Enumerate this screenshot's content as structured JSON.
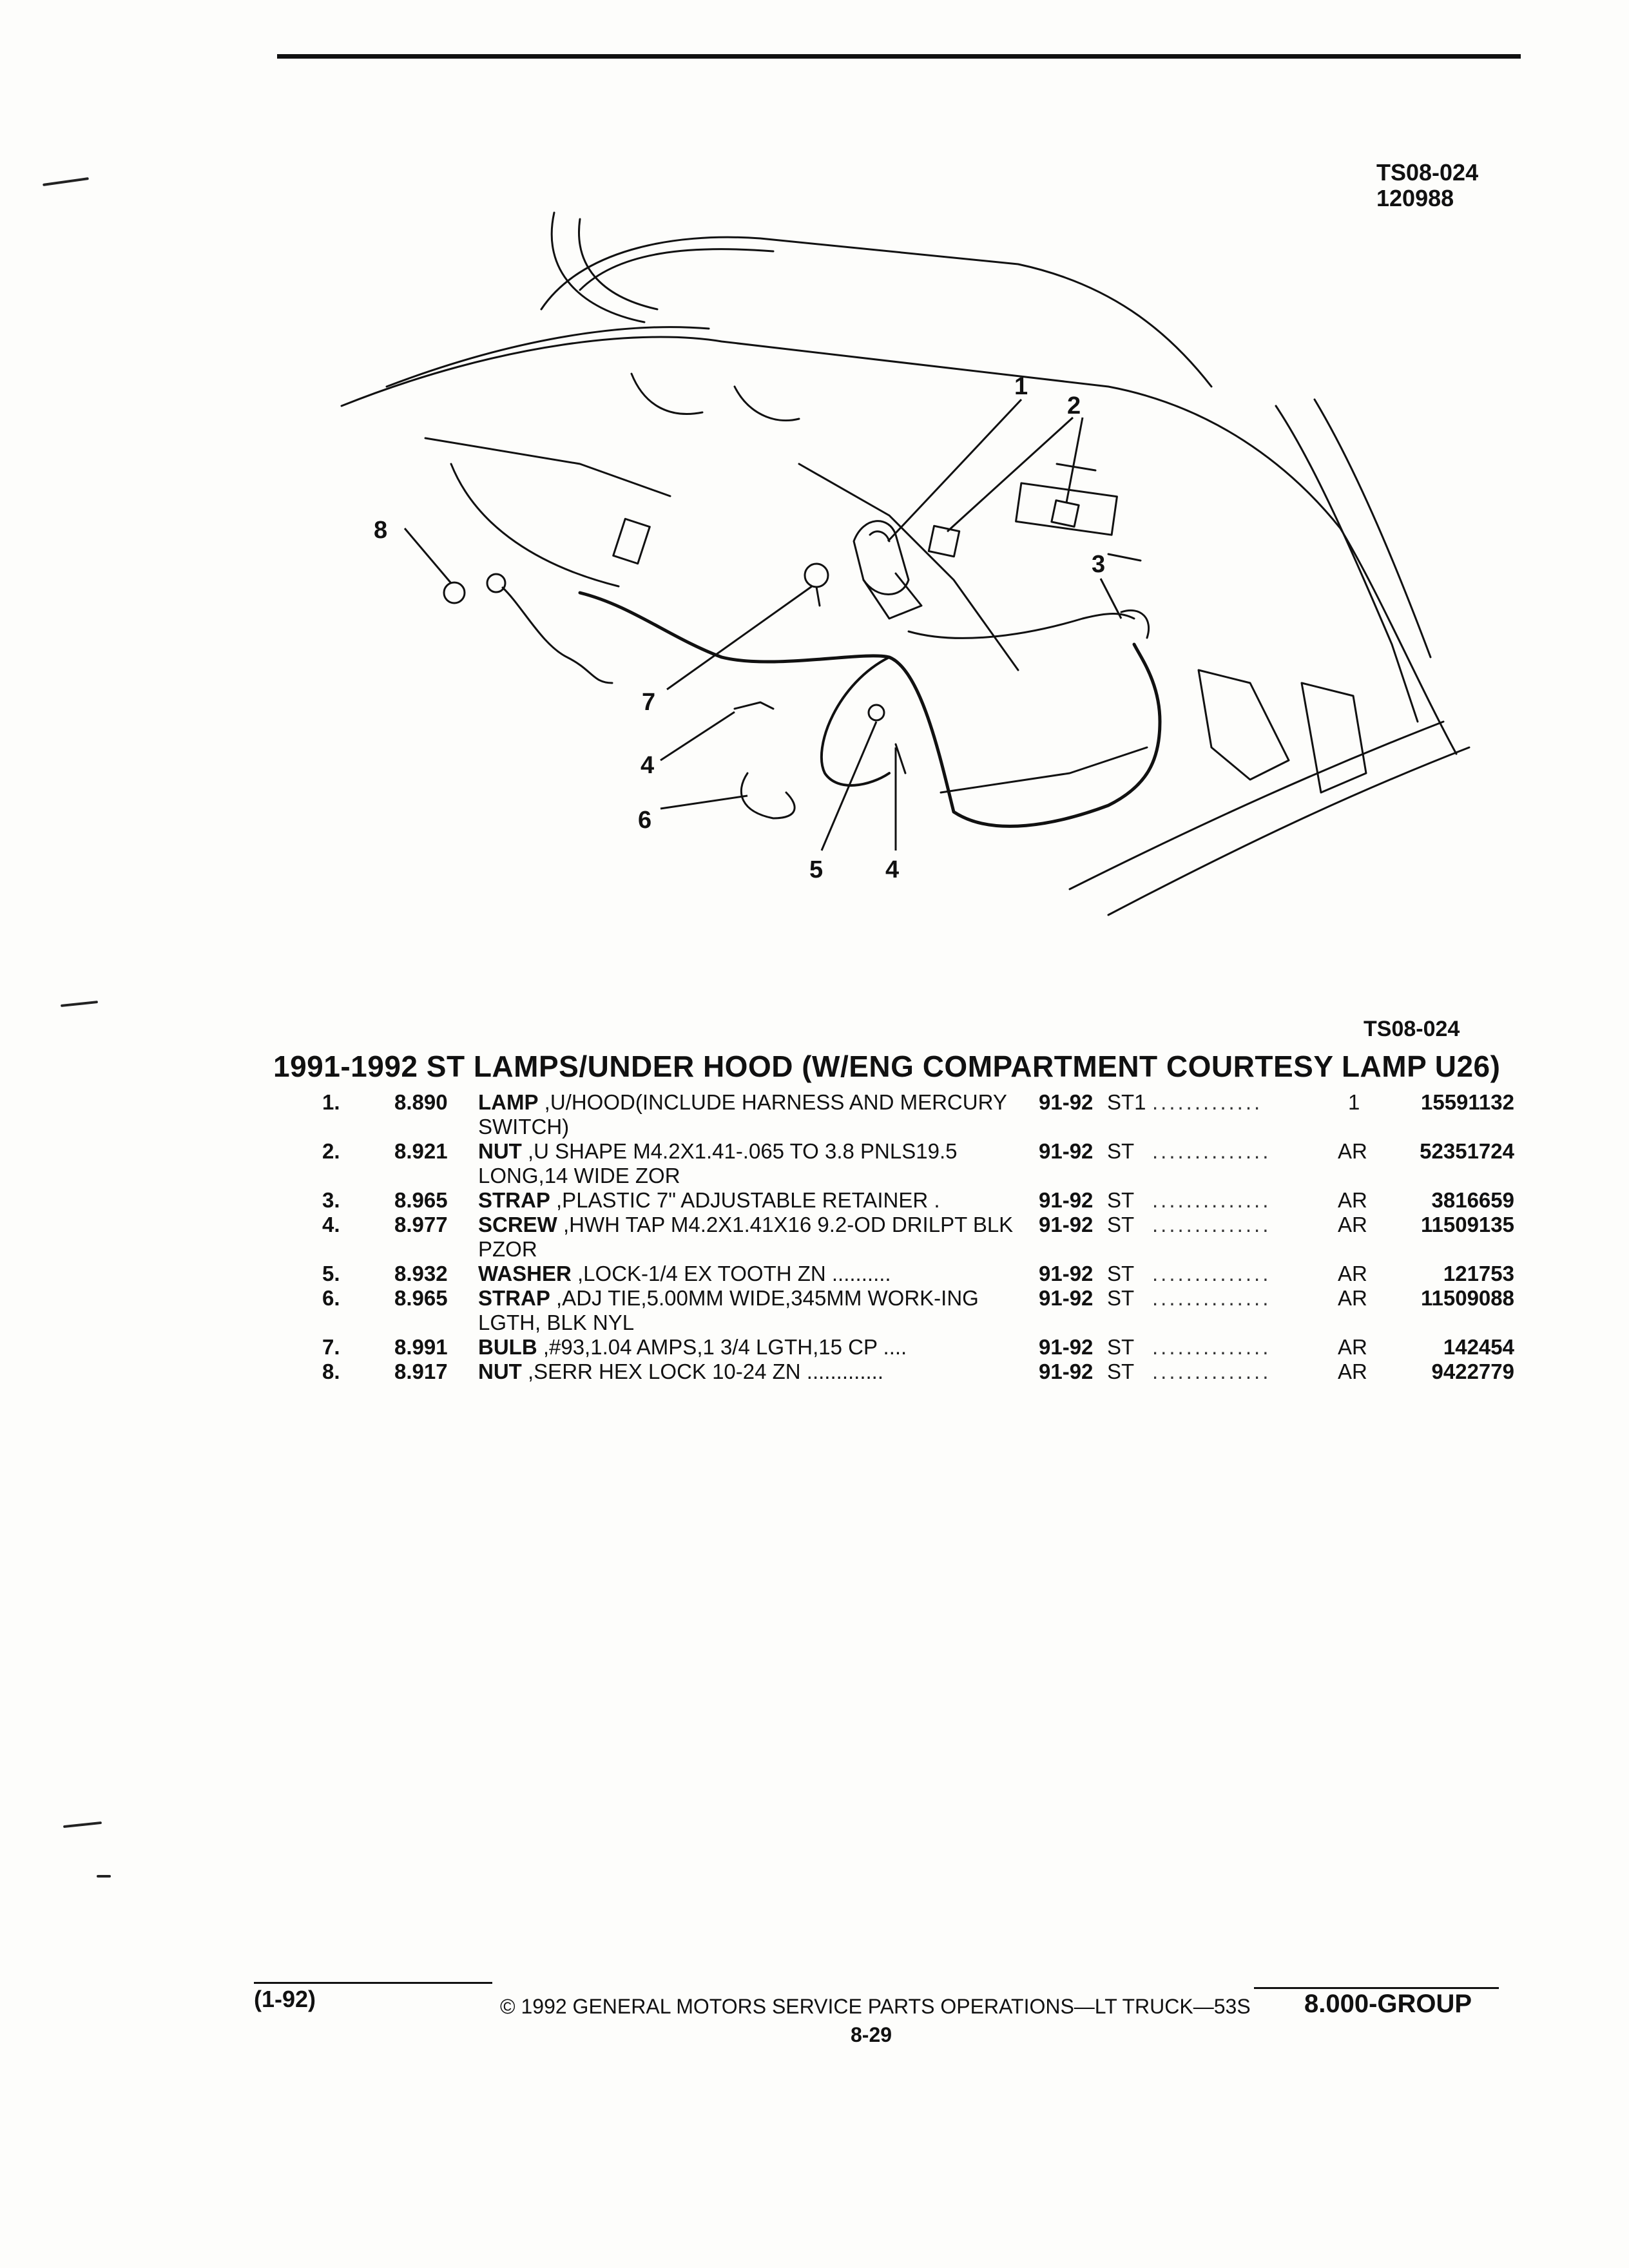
{
  "figure": {
    "id": "TS08-024",
    "number": "120988",
    "reference": "TS08-024"
  },
  "callouts": [
    "1",
    "2",
    "3",
    "4",
    "4",
    "5",
    "6",
    "7",
    "8"
  ],
  "section": {
    "title": "1991-1992 ST LAMPS/UNDER HOOD (W/ENG COMPARTMENT COURTESY LAMP U26)"
  },
  "parts": [
    {
      "num": "1.",
      "group": "8.890",
      "name": "LAMP",
      "desc": ",U/HOOD(INCLUDE HARNESS AND MERCURY SWITCH)",
      "years": "91-92",
      "model": "ST1",
      "dots": ".............",
      "qty": "1",
      "part": "15591132"
    },
    {
      "num": "2.",
      "group": "8.921",
      "name": "NUT",
      "desc": ",U SHAPE M4.2X1.41-.065 TO 3.8 PNLS19.5 LONG,14 WIDE ZOR",
      "years": "91-92",
      "model": "ST",
      "dots": "..............",
      "qty": "AR",
      "part": "52351724"
    },
    {
      "num": "3.",
      "group": "8.965",
      "name": "STRAP",
      "desc": ",PLASTIC 7\" ADJUSTABLE RETAINER .",
      "years": "91-92",
      "model": "ST",
      "dots": "..............",
      "qty": "AR",
      "part": "3816659"
    },
    {
      "num": "4.",
      "group": "8.977",
      "name": "SCREW",
      "desc": ",HWH TAP M4.2X1.41X16 9.2-OD DRILPT BLK PZOR",
      "years": "91-92",
      "model": "ST",
      "dots": "..............",
      "qty": "AR",
      "part": "11509135"
    },
    {
      "num": "5.",
      "group": "8.932",
      "name": "WASHER",
      "desc": ",LOCK-1/4 EX TOOTH ZN ..........",
      "years": "91-92",
      "model": "ST",
      "dots": "..............",
      "qty": "AR",
      "part": "121753"
    },
    {
      "num": "6.",
      "group": "8.965",
      "name": "STRAP",
      "desc": ",ADJ TIE,5.00MM WIDE,345MM WORK-ING LGTH, BLK NYL",
      "years": "91-92",
      "model": "ST",
      "dots": "..............",
      "qty": "AR",
      "part": "11509088"
    },
    {
      "num": "7.",
      "group": "8.991",
      "name": "BULB",
      "desc": ",#93,1.04 AMPS,1 3/4 LGTH,15 CP ....",
      "years": "91-92",
      "model": "ST",
      "dots": "..............",
      "qty": "AR",
      "part": "142454"
    },
    {
      "num": "8.",
      "group": "8.917",
      "name": "NUT",
      "desc": ",SERR HEX LOCK 10-24 ZN .............",
      "years": "91-92",
      "model": "ST",
      "dots": "..............",
      "qty": "AR",
      "part": "9422779"
    }
  ],
  "footer": {
    "copyright": "© 1992 GENERAL MOTORS SERVICE PARTS OPERATIONS—LT TRUCK—53S",
    "revision": "(1-92)",
    "page": "8-29",
    "group": "8.000-GROUP"
  }
}
